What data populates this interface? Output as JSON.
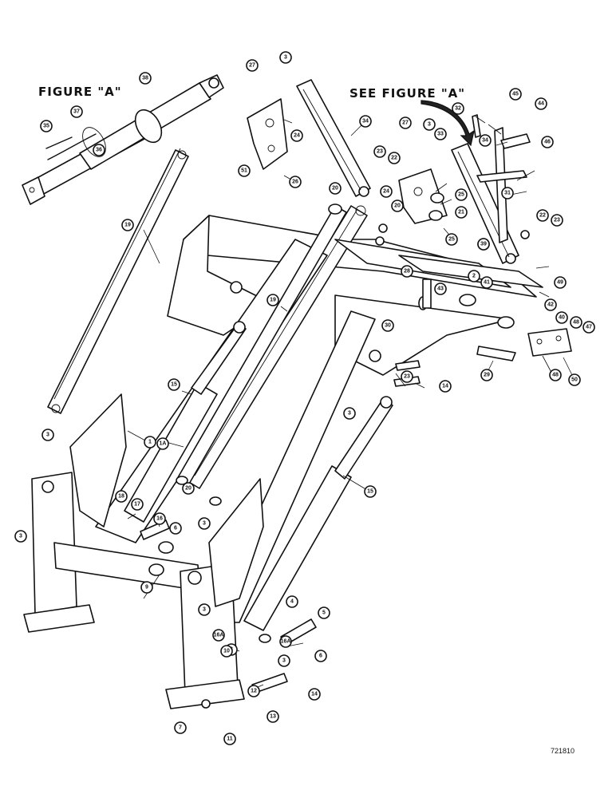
{
  "headings": {
    "figure_a": "FIGURE \"A\"",
    "see_figure_a": "SEE FIGURE \"A\""
  },
  "drawing_number": "721810",
  "callouts": [
    "1",
    "1A",
    "2",
    "3",
    "4",
    "5",
    "6",
    "7",
    "8",
    "9",
    "10",
    "11",
    "12",
    "13",
    "14",
    "15",
    "16",
    "16A",
    "17",
    "18",
    "19",
    "20",
    "21",
    "22",
    "23",
    "24",
    "25",
    "26",
    "27",
    "28",
    "29",
    "30",
    "31",
    "32",
    "33",
    "34",
    "35",
    "36",
    "37",
    "38",
    "39",
    "40",
    "41",
    "42",
    "43",
    "44",
    "45",
    "46",
    "47",
    "48",
    "49",
    "50",
    "51"
  ]
}
